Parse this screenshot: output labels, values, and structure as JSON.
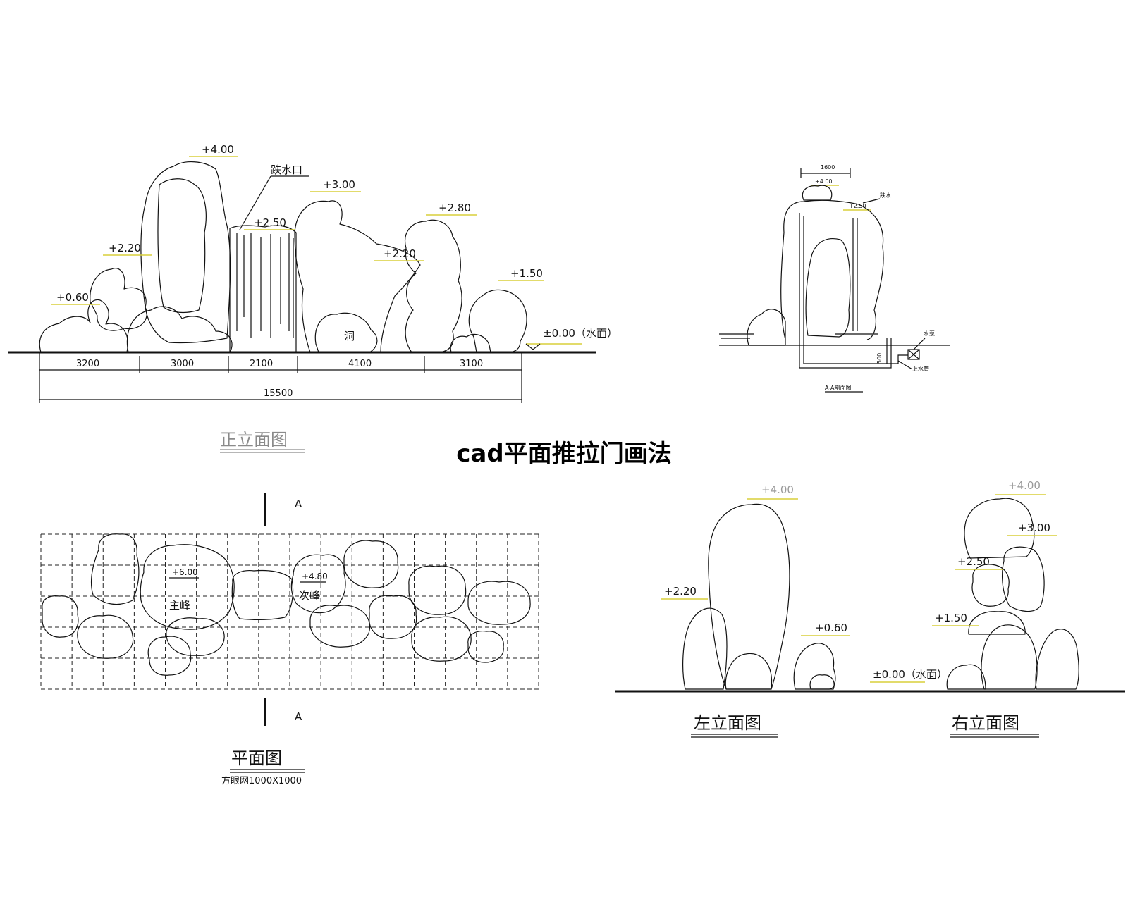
{
  "page_title": "cad平面推拉门画法",
  "front_elevation": {
    "title": "正立面图",
    "levels": [
      "+4.00",
      "+3.00",
      "+2.80",
      "+2.50",
      "+2.20",
      "+2.20",
      "+1.50",
      "+0.60",
      "±0.00（水面）"
    ],
    "callout_waterfall": "跌水口",
    "callout_cave": "洞",
    "dimensions": [
      "3200",
      "3000",
      "2100",
      "4100",
      "3100"
    ],
    "total_dimension": "15500"
  },
  "section": {
    "title": "A-A剖面图",
    "top_dimension": "1600",
    "levels": [
      "+4.00",
      "+2.50"
    ],
    "callout_top": "跌水",
    "callout_pump": "水泵",
    "callout_pipe": "上水管",
    "depth_dimension": "500"
  },
  "plan": {
    "title": "平面图",
    "grid_note": "方眼网1000X1000",
    "section_mark": "A",
    "level_main": "+6.00",
    "label_main": "主峰",
    "level_secondary": "+4.80",
    "label_secondary": "次峰"
  },
  "left_elevation": {
    "title": "左立面图",
    "levels": [
      "+4.00",
      "+2.20",
      "+0.60"
    ]
  },
  "right_elevation": {
    "title": "右立面图",
    "levels": [
      "+4.00",
      "+3.00",
      "+2.50",
      "+1.50",
      "±0.00（水面）"
    ]
  },
  "colors": {
    "ink": "#111111",
    "level_line": "#d8cf3a",
    "muted": "#9a9a9a"
  }
}
